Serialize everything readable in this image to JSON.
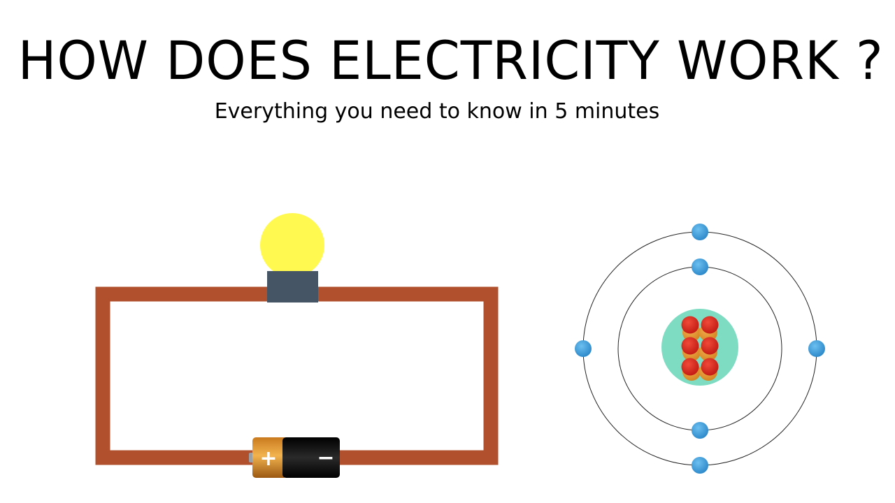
{
  "title": "HOW DOES ELECTRICITY WORK ?",
  "subtitle": "Everything you need to know in 5 minutes",
  "circuit": {
    "wire_color": "#B0502C",
    "bulb_color": "#FFF950",
    "bulb_base_color": "#465565",
    "battery_positive_color": "#E09A30",
    "battery_negative_color": "#111111",
    "battery_plus": "+",
    "battery_minus": "−"
  },
  "atom": {
    "nucleus_color": "#7EDCC2",
    "proton_color": "#DD2A20",
    "neutron_color": "#E89A35",
    "electron_color": "#3D99D8",
    "orbit_color": "#222222",
    "protons": 6,
    "neutrons": 6,
    "electrons": 6,
    "inner_shell_electrons": 2,
    "outer_shell_electrons": 4
  }
}
